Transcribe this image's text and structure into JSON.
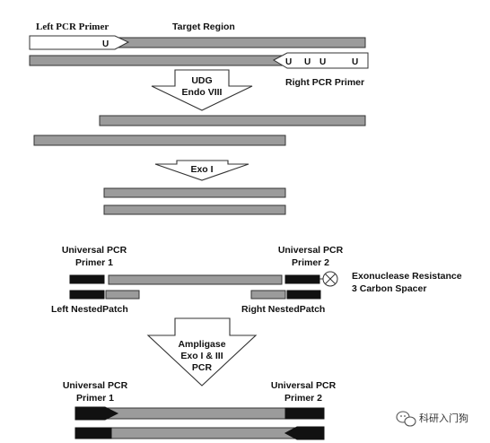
{
  "labels": {
    "left_pcr_primer": "Left PCR Primer",
    "target_region": "Target Region",
    "right_pcr_primer": "Right PCR Primer",
    "u": "U",
    "udg_line1": "UDG",
    "udg_line2": "Endo VIII",
    "exo_i": "Exo I",
    "universal_pcr": "Universal PCR",
    "primer_1": "Primer 1",
    "primer_2": "Primer 2",
    "exonuclease_line1": "Exonuclease Resistance",
    "exonuclease_line2": "3 Carbon Spacer",
    "left_nested_patch": "Left NestedPatch",
    "right_nested_patch": "Right NestedPatch",
    "ampligase_line1": "Ampligase",
    "ampligase_line2": "Exo I & III",
    "ampligase_line3": "PCR"
  },
  "watermark": "科研入门狗",
  "colors": {
    "strand": "#9b9b9b",
    "primer_black": "#111111",
    "outline": "#333333"
  },
  "icons": {
    "spacer": "circled-x-icon",
    "watermark_logo": "wechat-icon"
  }
}
